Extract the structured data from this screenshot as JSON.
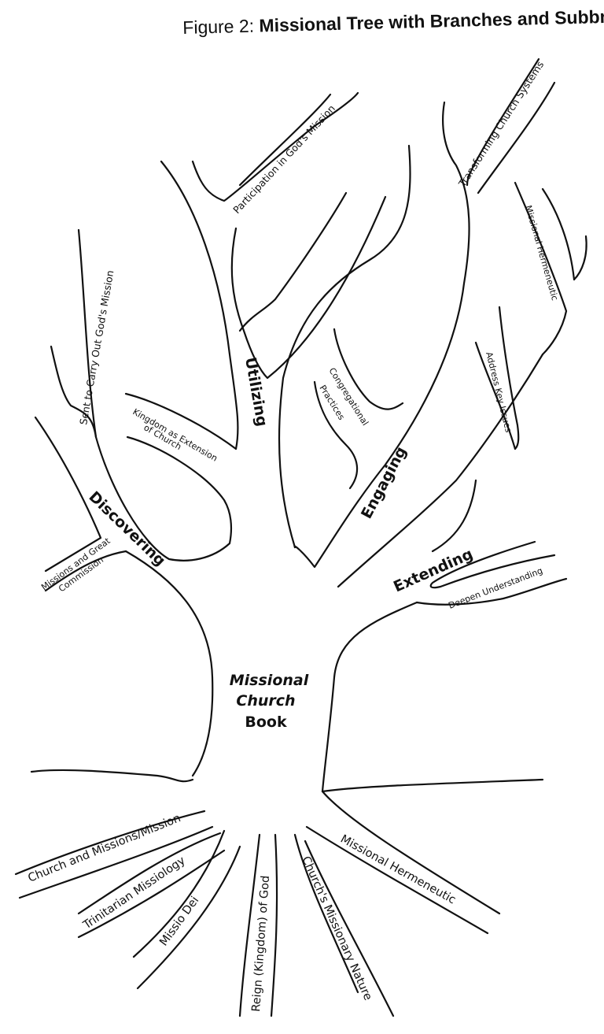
{
  "figure": {
    "title_prefix": "Figure 2: ",
    "title_main": "Missional Tree with Branches and Subbranches"
  },
  "trunk": {
    "line1": "Missional",
    "line2": "Church",
    "line3": "Book"
  },
  "main_branches": {
    "discovering": "Discovering",
    "utilizing": "Utilizing",
    "engaging": "Engaging",
    "extending": "Extending"
  },
  "subbranches": {
    "sent": "Sent to Carry Out God's Mission",
    "participation": "Participation in God's Mission",
    "transforming": "Transforming Church Systems",
    "hermeneutic_top": "Missional Hermeneutic",
    "address": "Address Key Issues",
    "congregational_1": "Congregational",
    "congregational_2": "Practices",
    "kingdom_1": "Kingdom as Extension",
    "kingdom_2": "of Church",
    "missions_1": "Missions and Great",
    "missions_2": "Commission",
    "deepen": "Deepen Understanding"
  },
  "roots": {
    "church_missions": "Church and Missions/Mission",
    "trinitarian": "Trinitarian Missiology",
    "missio_dei": "Missio Dei",
    "reign": "Reign (Kingdom) of God",
    "missionary_nature": "Church's Missionary Nature",
    "hermeneutic": "Missional Hermeneutic"
  }
}
